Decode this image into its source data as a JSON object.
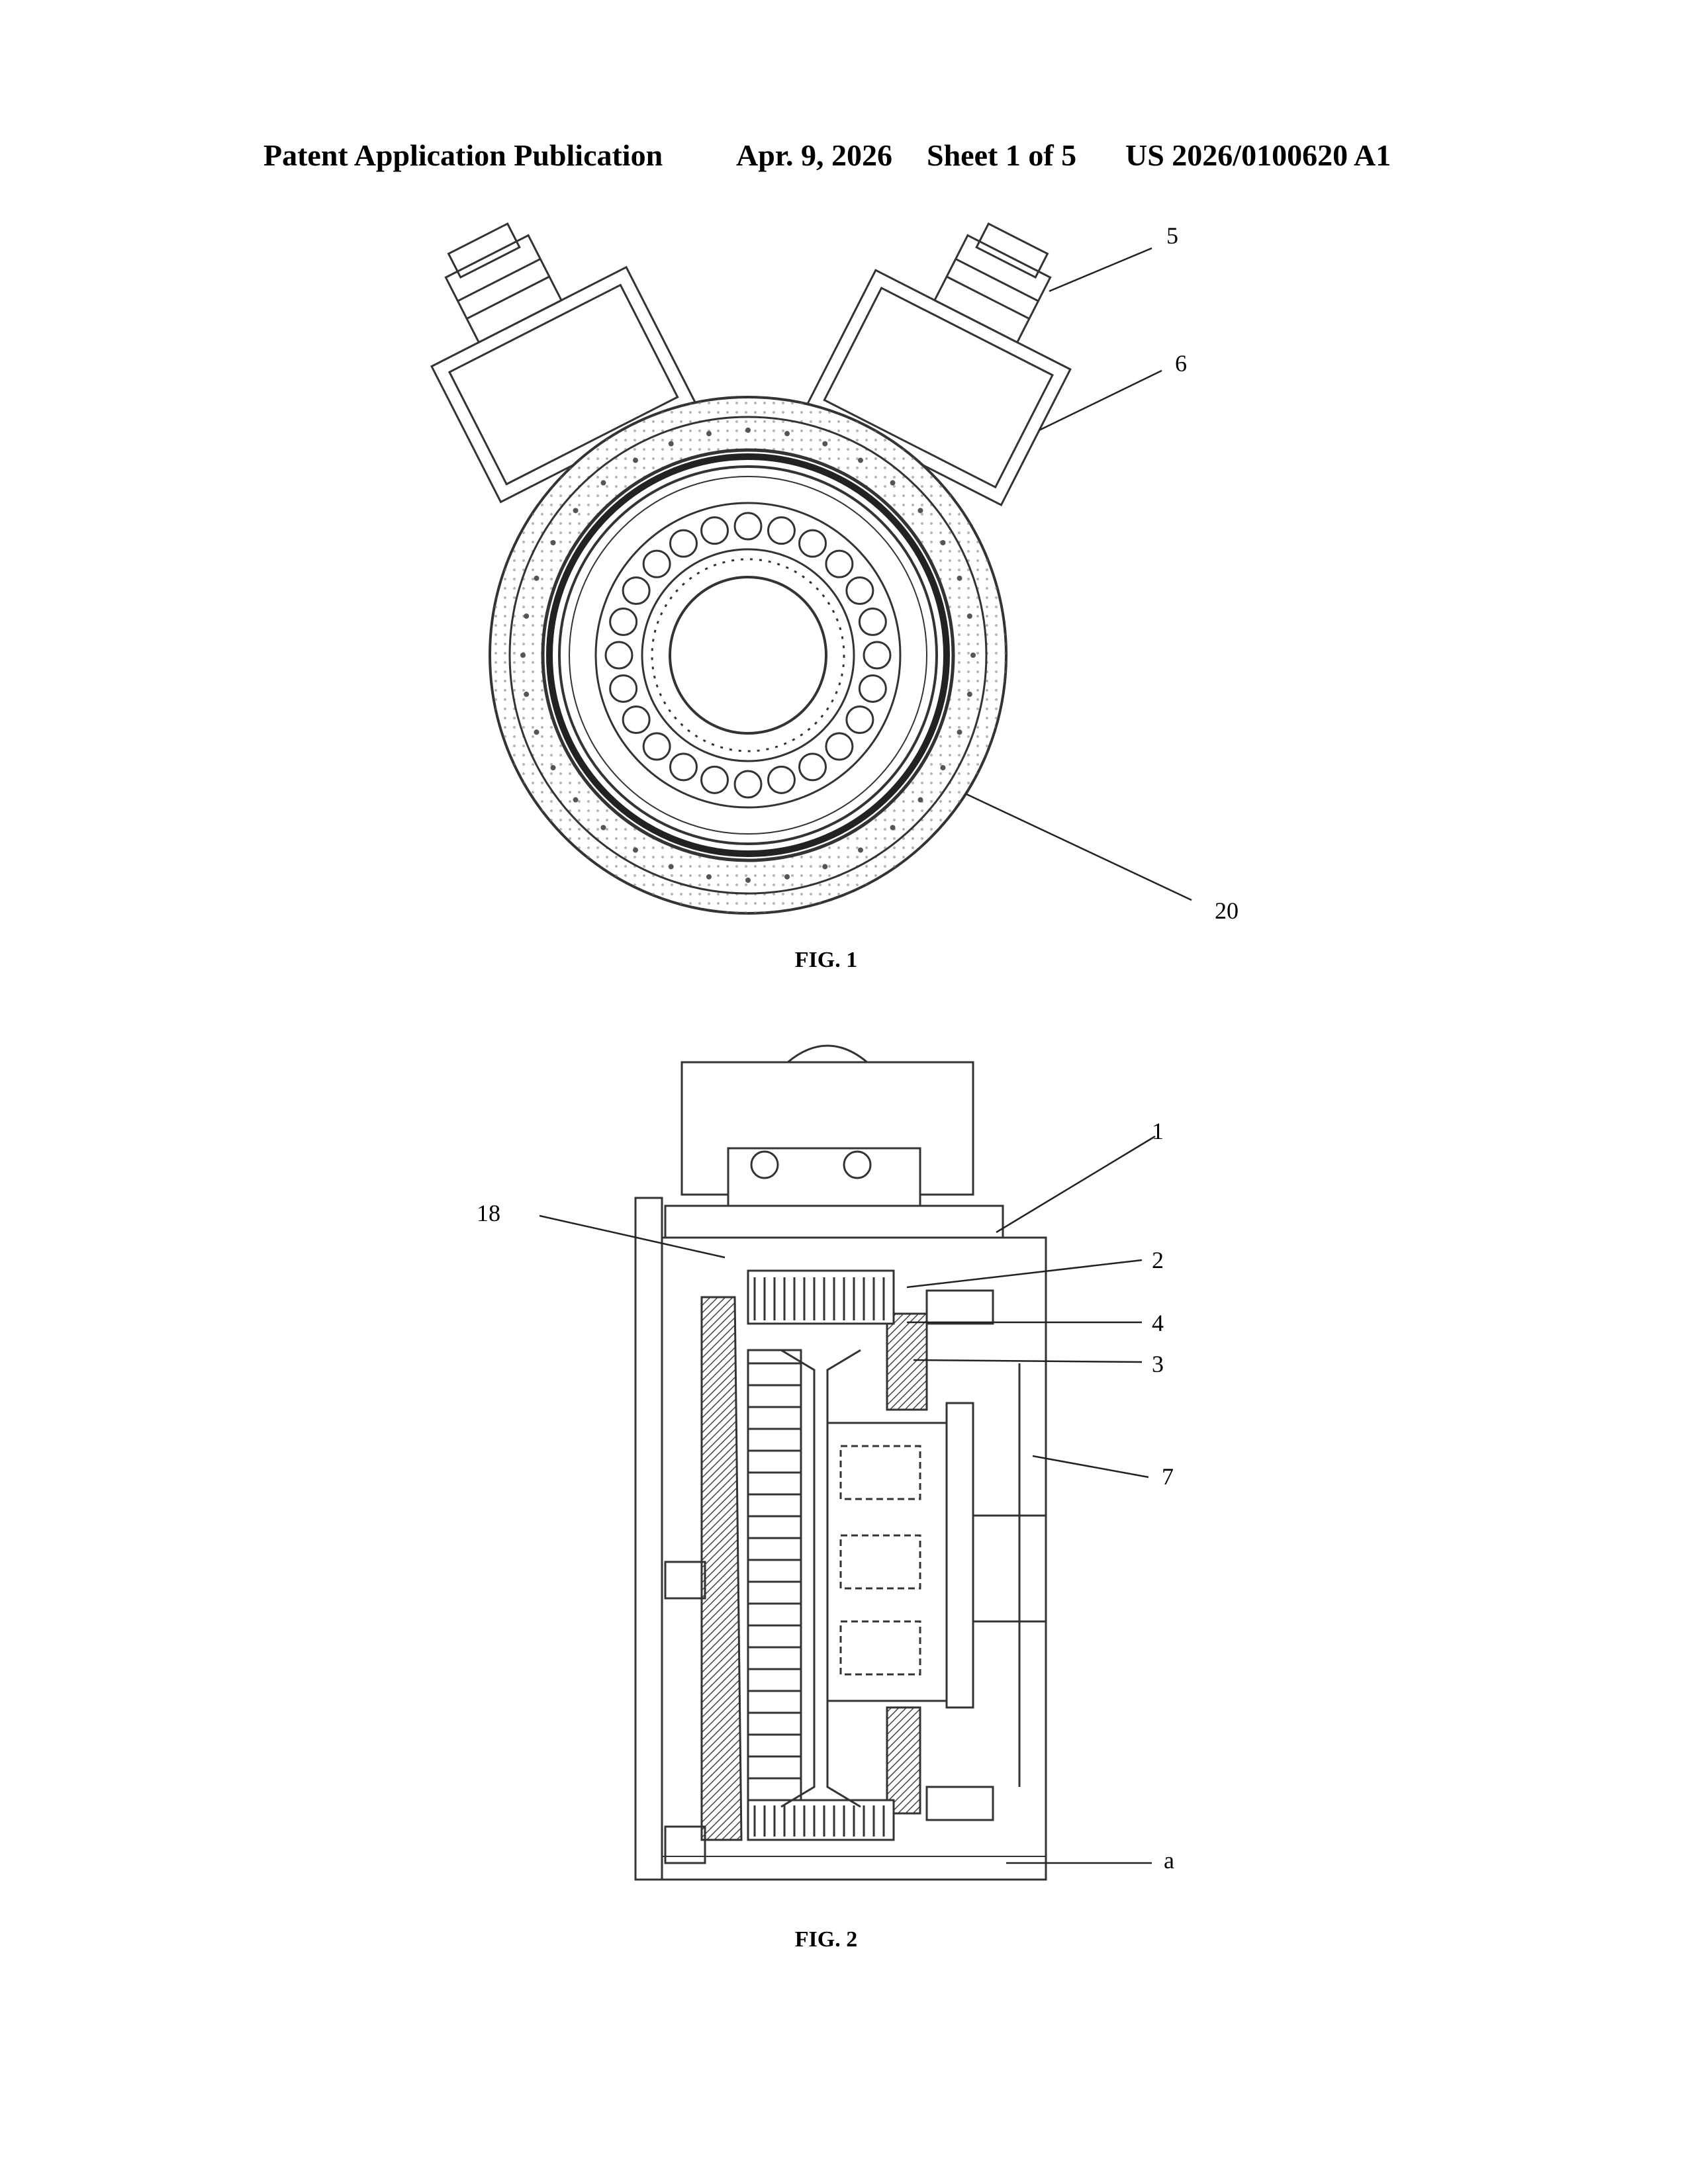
{
  "header": {
    "left": "Patent Application Publication",
    "date": "Apr. 9, 2026",
    "sheet": "Sheet 1 of 5",
    "number": "US 2026/0100620 A1"
  },
  "figures": [
    {
      "caption": "FIG. 1",
      "refs": [
        "5",
        "6",
        "20"
      ]
    },
    {
      "caption": "FIG. 2",
      "refs": [
        "1",
        "18",
        "2",
        "4",
        "3",
        "7",
        "a"
      ]
    }
  ]
}
